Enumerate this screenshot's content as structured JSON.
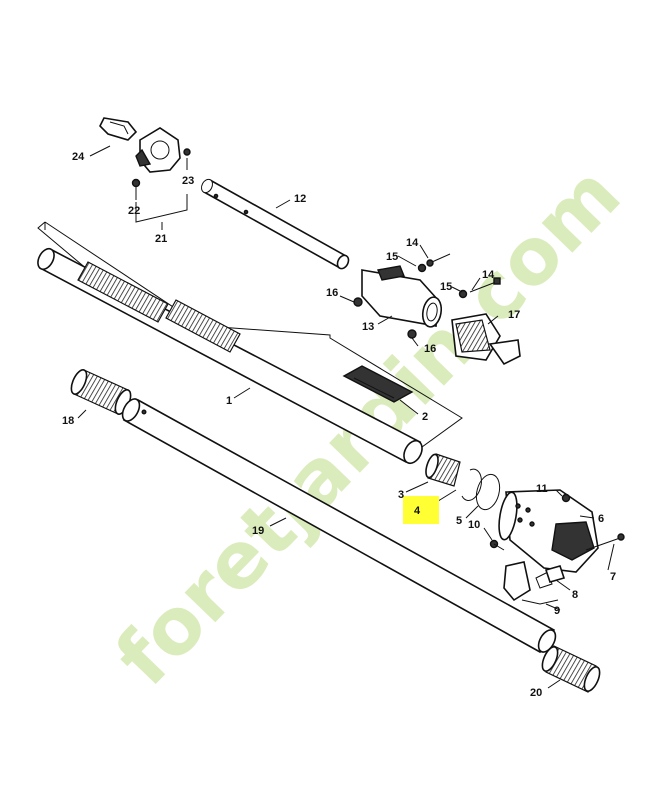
{
  "watermark": "foretjardin.com",
  "highlight_color": "#ffff33",
  "watermark_color": "#cfe6a6",
  "callouts": [
    {
      "id": "c1",
      "label": "1"
    },
    {
      "id": "c2",
      "label": "2"
    },
    {
      "id": "c3",
      "label": "3"
    },
    {
      "id": "c4",
      "label": "4",
      "highlighted": true
    },
    {
      "id": "c5",
      "label": "5"
    },
    {
      "id": "c6",
      "label": "6"
    },
    {
      "id": "c7",
      "label": "7"
    },
    {
      "id": "c8",
      "label": "8"
    },
    {
      "id": "c9",
      "label": "9"
    },
    {
      "id": "c10",
      "label": "10"
    },
    {
      "id": "c11",
      "label": "11"
    },
    {
      "id": "c12",
      "label": "12"
    },
    {
      "id": "c13",
      "label": "13"
    },
    {
      "id": "c14a",
      "label": "14"
    },
    {
      "id": "c14b",
      "label": "14"
    },
    {
      "id": "c15a",
      "label": "15"
    },
    {
      "id": "c15b",
      "label": "15"
    },
    {
      "id": "c16a",
      "label": "16"
    },
    {
      "id": "c16b",
      "label": "16"
    },
    {
      "id": "c17",
      "label": "17"
    },
    {
      "id": "c18",
      "label": "18"
    },
    {
      "id": "c19",
      "label": "19"
    },
    {
      "id": "c20",
      "label": "20"
    },
    {
      "id": "c21",
      "label": "21"
    },
    {
      "id": "c22",
      "label": "22"
    },
    {
      "id": "c23",
      "label": "23"
    },
    {
      "id": "c24",
      "label": "24"
    }
  ]
}
